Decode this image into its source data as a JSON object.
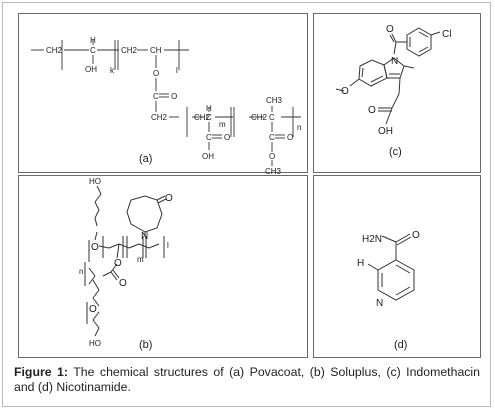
{
  "caption": {
    "label": "Figure 1:",
    "text": "The chemical structures of (a) Povacoat, (b) Soluplus, (c) Indomethacin and (d) Nicotinamide."
  },
  "panels": {
    "a": {
      "tag": "(a)",
      "labels": {
        "ch2_1": "CH2",
        "c_top": "C",
        "h_top": "H",
        "oh_left": "OH",
        "k": "k",
        "ch2_2": "CH2",
        "ch_2": "CH",
        "l": "l",
        "o_ester": "O",
        "c_ester": "C",
        "o_dbl": "O",
        "ch2_3": "CH2",
        "ch2_4": "CH2",
        "h_mid": "H",
        "c_mid": "C",
        "m": "m",
        "c_acid": "C",
        "o_acid": "O",
        "oh_acid": "OH",
        "ch2_5": "CH2",
        "ch3_top": "CH3",
        "c_right": "C",
        "c_ester2": "C",
        "o_ester2": "O",
        "o_lower": "O",
        "ch3_bottom": "CH3",
        "n": "n"
      }
    },
    "b": {
      "tag": "(b)",
      "labels": {
        "ho_top": "HO",
        "o_lactam": "O",
        "n_lactam": "N",
        "o_main": "O",
        "o_acetyl": "O",
        "o_acetyl2": "O",
        "n": "n",
        "m": "m",
        "l": "l",
        "o_lower": "O",
        "ho_bottom": "HO"
      }
    },
    "c": {
      "tag": "(c)",
      "labels": {
        "o_ketone": "O",
        "cl": "Cl",
        "n_indole": "N",
        "o_methoxy": "O",
        "o_acid": "O",
        "oh": "OH"
      }
    },
    "d": {
      "tag": "(d)",
      "labels": {
        "h2n": "H2N",
        "o": "O",
        "h": "H",
        "n": "N"
      }
    }
  }
}
